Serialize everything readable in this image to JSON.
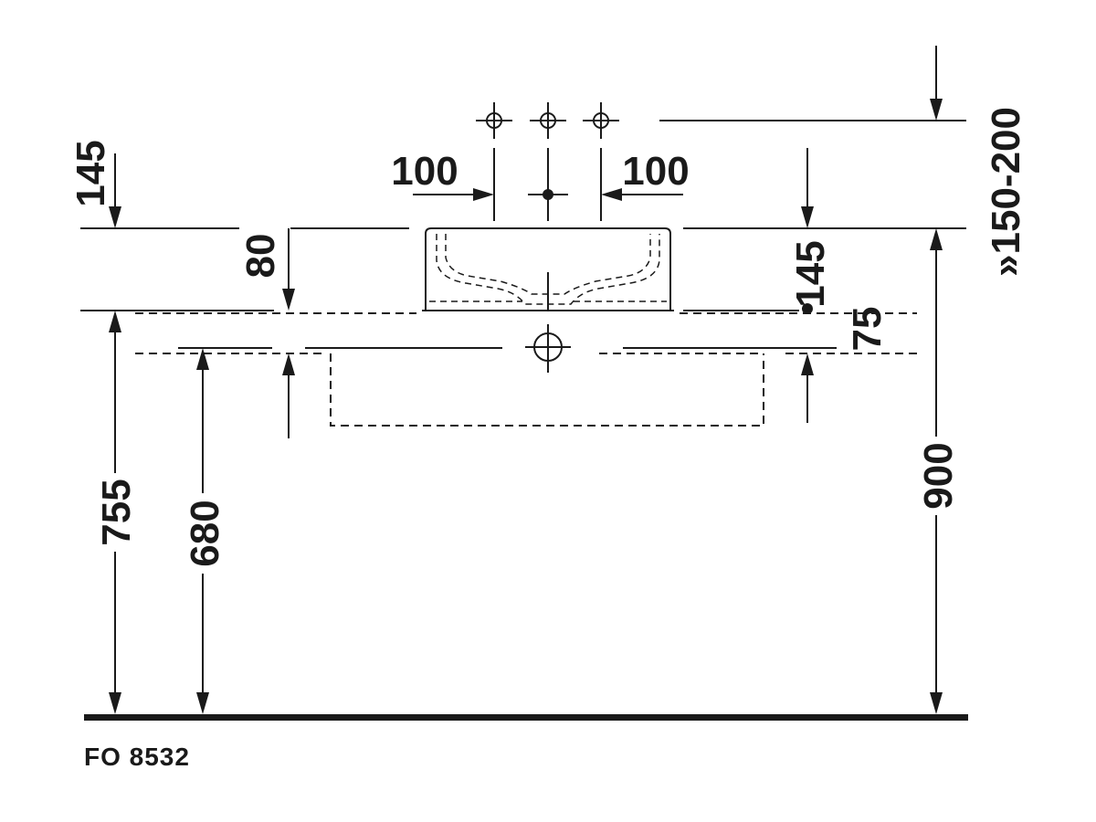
{
  "drawing": {
    "product_code": "FO 8532",
    "dimensions": {
      "tap_spacing_left": "100",
      "tap_spacing_right": "100",
      "range_tap_height": "»150-200",
      "top_gap_left": "145",
      "basin_height": "80",
      "basin_height_right": "145",
      "waste_offset": "75",
      "counter_height": "755",
      "cabinet_height": "680",
      "overall_height": "900"
    }
  }
}
